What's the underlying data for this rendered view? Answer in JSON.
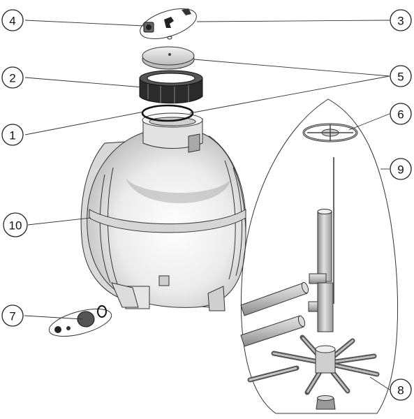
{
  "callouts": [
    {
      "id": "1",
      "label": "1"
    },
    {
      "id": "2",
      "label": "2"
    },
    {
      "id": "3",
      "label": "3"
    },
    {
      "id": "4",
      "label": "4"
    },
    {
      "id": "5",
      "label": "5"
    },
    {
      "id": "6",
      "label": "6"
    },
    {
      "id": "7",
      "label": "7"
    },
    {
      "id": "8",
      "label": "8"
    },
    {
      "id": "9",
      "label": "9"
    },
    {
      "id": "10",
      "label": "10"
    }
  ],
  "colors": {
    "line": "#333333",
    "tank_light": "#f4f4f4",
    "tank_shade": "#c9c9c9",
    "dark_part": "#2b2b2b",
    "pipe": "#bdbdbd"
  }
}
